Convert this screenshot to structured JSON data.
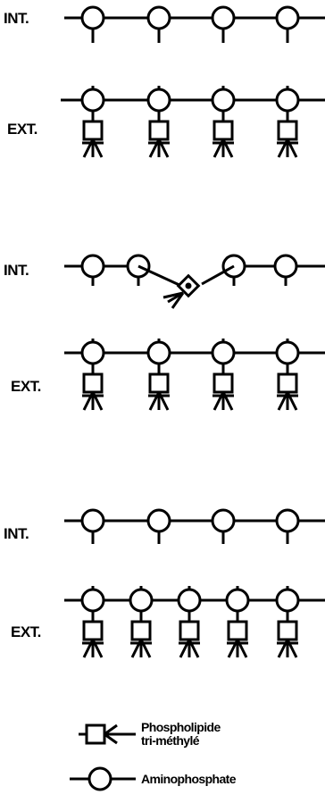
{
  "labels": {
    "int": "INT.",
    "ext": "EXT."
  },
  "legend": {
    "phospholipid_line1": "Phospholipide",
    "phospholipid_line2": "tri-méthylé",
    "aminophosphate": "Aminophosphate"
  },
  "icons": {
    "aminophosphate": "circle-head-icon",
    "phospholipid": "square-head-tripod-tail-icon"
  },
  "colors": {
    "ink": "#000000",
    "background": "#ffffff"
  }
}
